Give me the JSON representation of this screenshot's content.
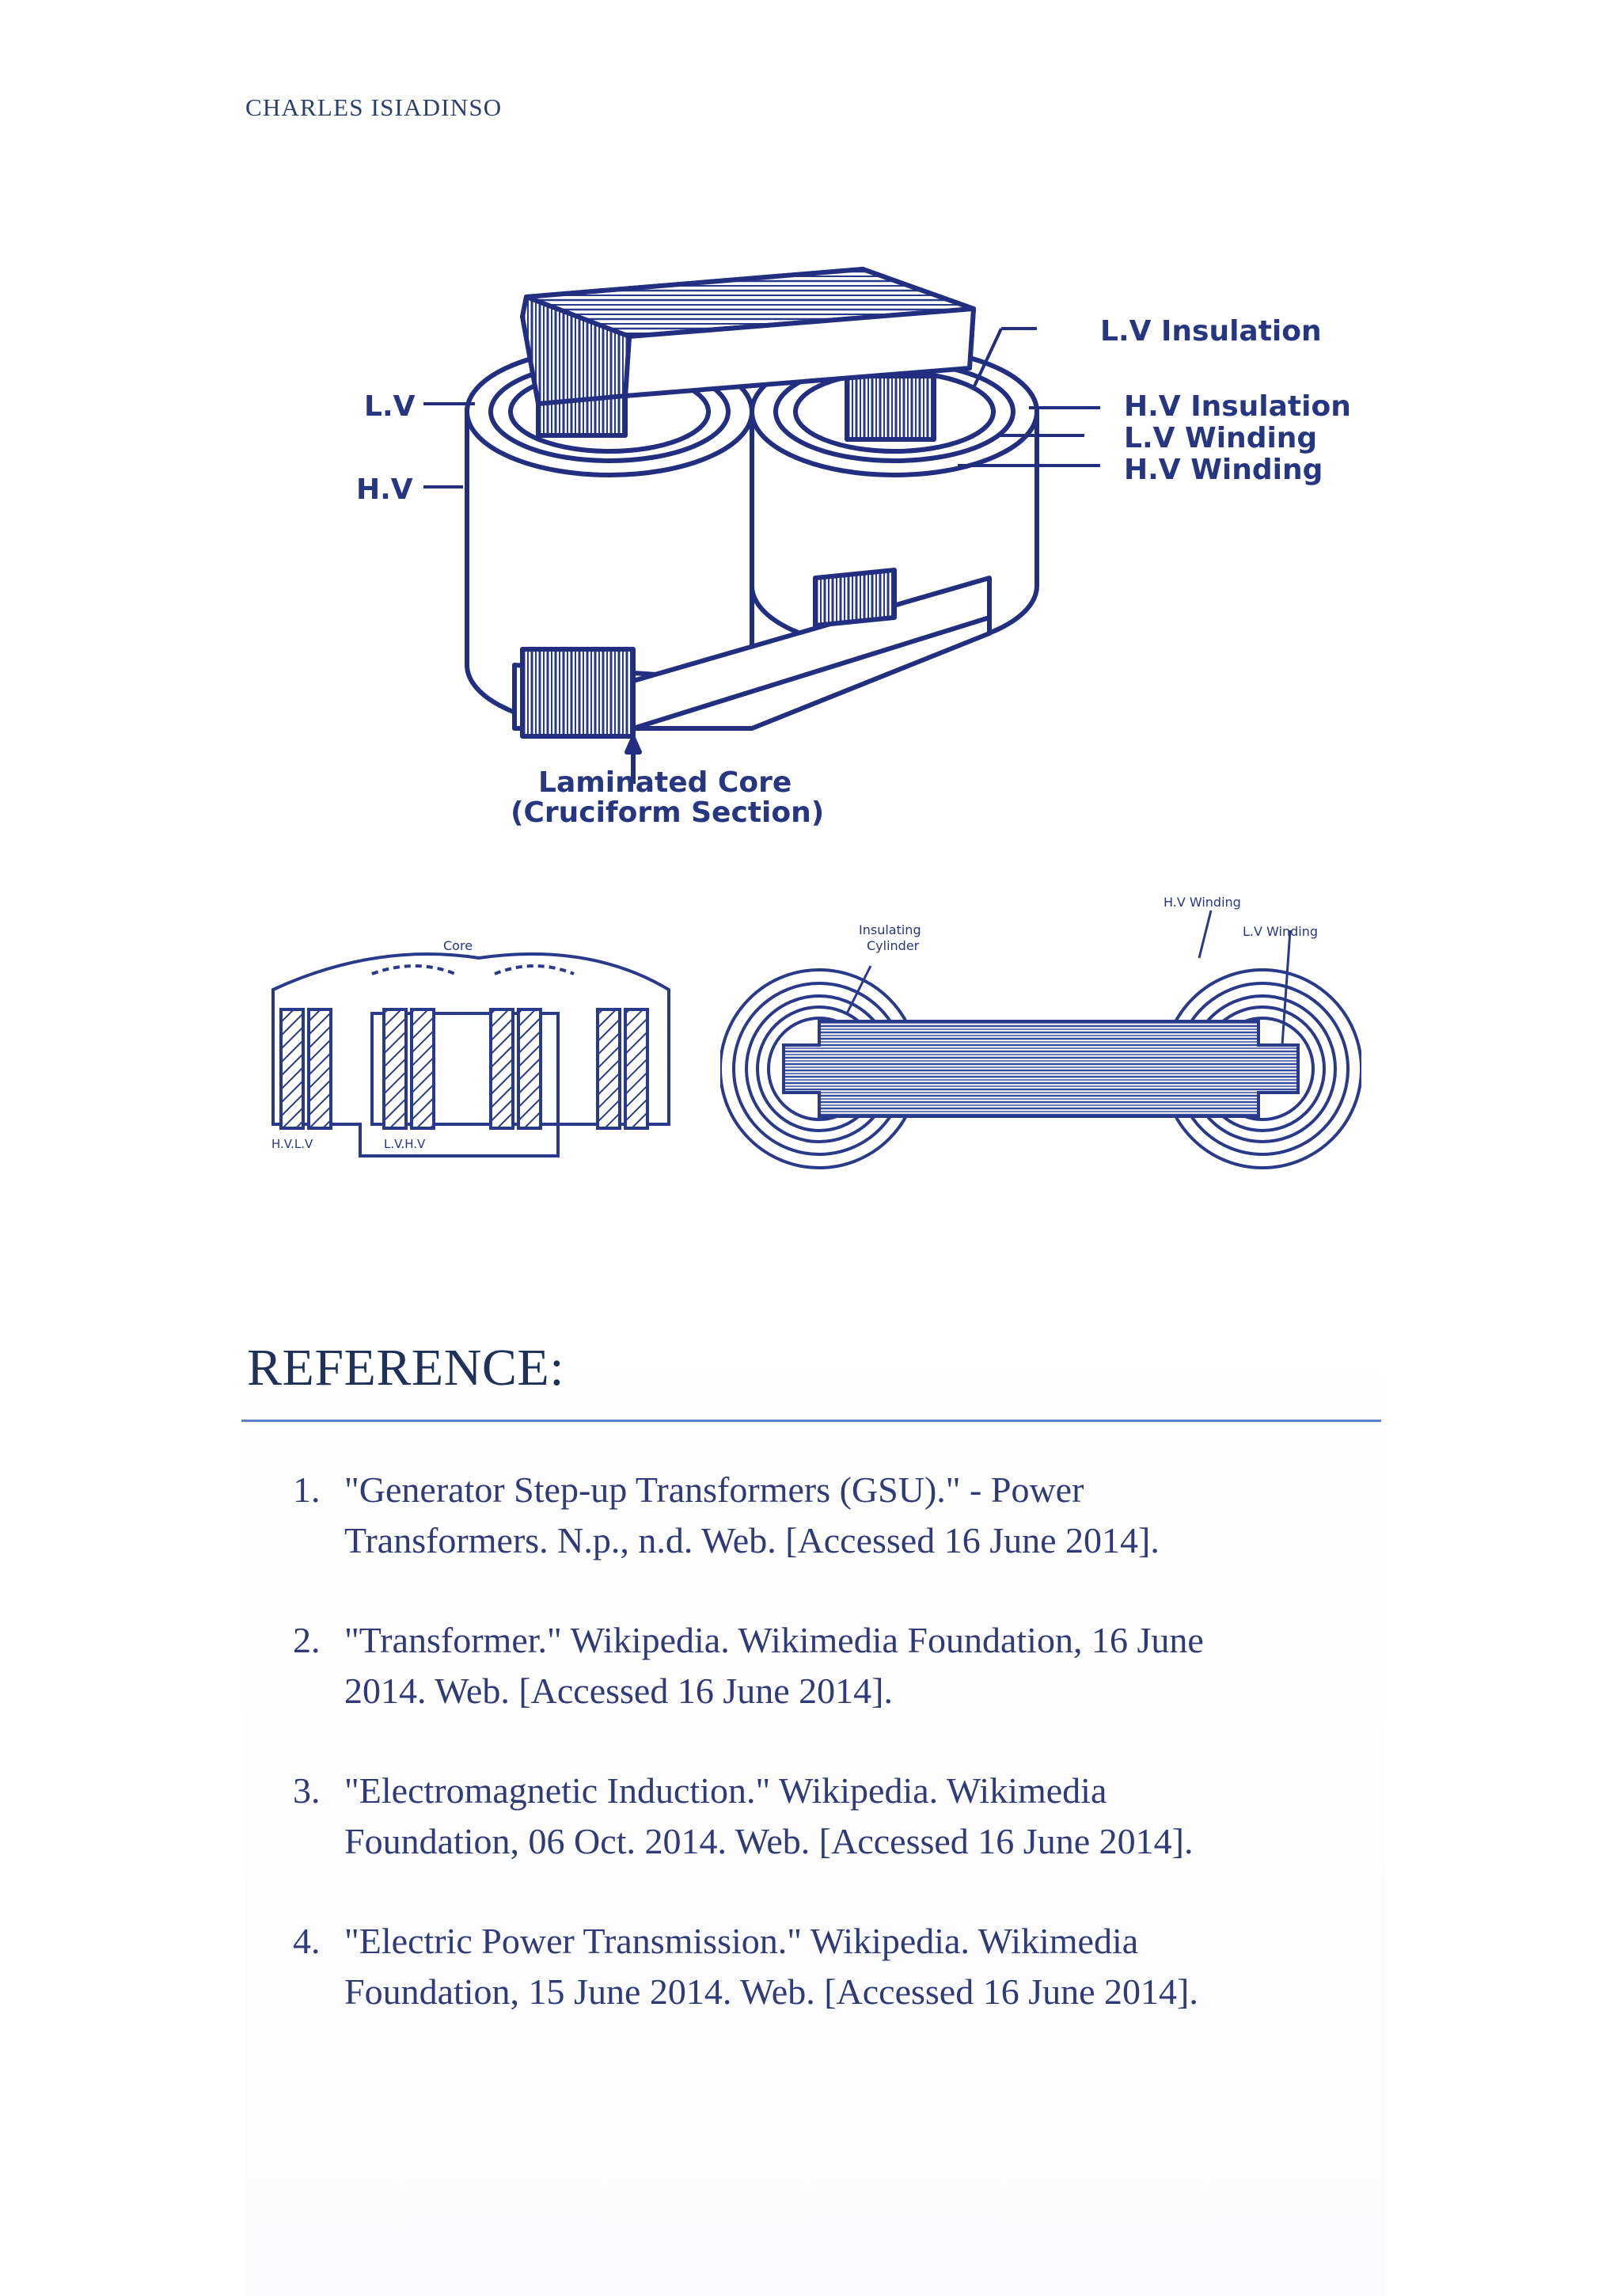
{
  "header": {
    "author": "CHARLES ISIADINSO"
  },
  "figure_top": {
    "labels": {
      "lv": "L.V",
      "hv": "H.V",
      "lv_insulation": "L.V Insulation",
      "hv_insulation": "H.V Insulation",
      "lv_winding": "L.V Winding",
      "hv_winding": "H.V Winding",
      "core_line1": "Laminated Core",
      "core_line2": "(Cruciform Section)"
    }
  },
  "figure_left": {
    "labels": {
      "core": "Core",
      "left": "H.V.L.V",
      "bottom": "L.V.H.V"
    }
  },
  "figure_right": {
    "labels": {
      "insulating_1": "Insulating",
      "insulating_2": "Cylinder",
      "hv_winding": "H.V Winding",
      "lv_winding": "L.V Winding"
    }
  },
  "references": {
    "title": "REFERENCE:",
    "items": [
      {
        "num": "1.",
        "line1": "\"Generator Step-up Transformers (GSU).\" - Power",
        "line2": "Transformers. N.p., n.d. Web. [Accessed 16 June 2014]."
      },
      {
        "num": "2.",
        "line1": "\"Transformer.\" Wikipedia. Wikimedia Foundation, 16 June",
        "line2": "2014. Web. [Accessed 16 June 2014]."
      },
      {
        "num": "3.",
        "line1": "\"Electromagnetic Induction.\" Wikipedia. Wikimedia",
        "line2": "Foundation, 06 Oct. 2014. Web. [Accessed 16 June 2014]."
      },
      {
        "num": "4.",
        "line1": "\"Electric Power Transmission.\" Wikipedia. Wikimedia",
        "line2": "Foundation, 15 June 2014. Web. [Accessed 16 June 2014]."
      }
    ]
  }
}
